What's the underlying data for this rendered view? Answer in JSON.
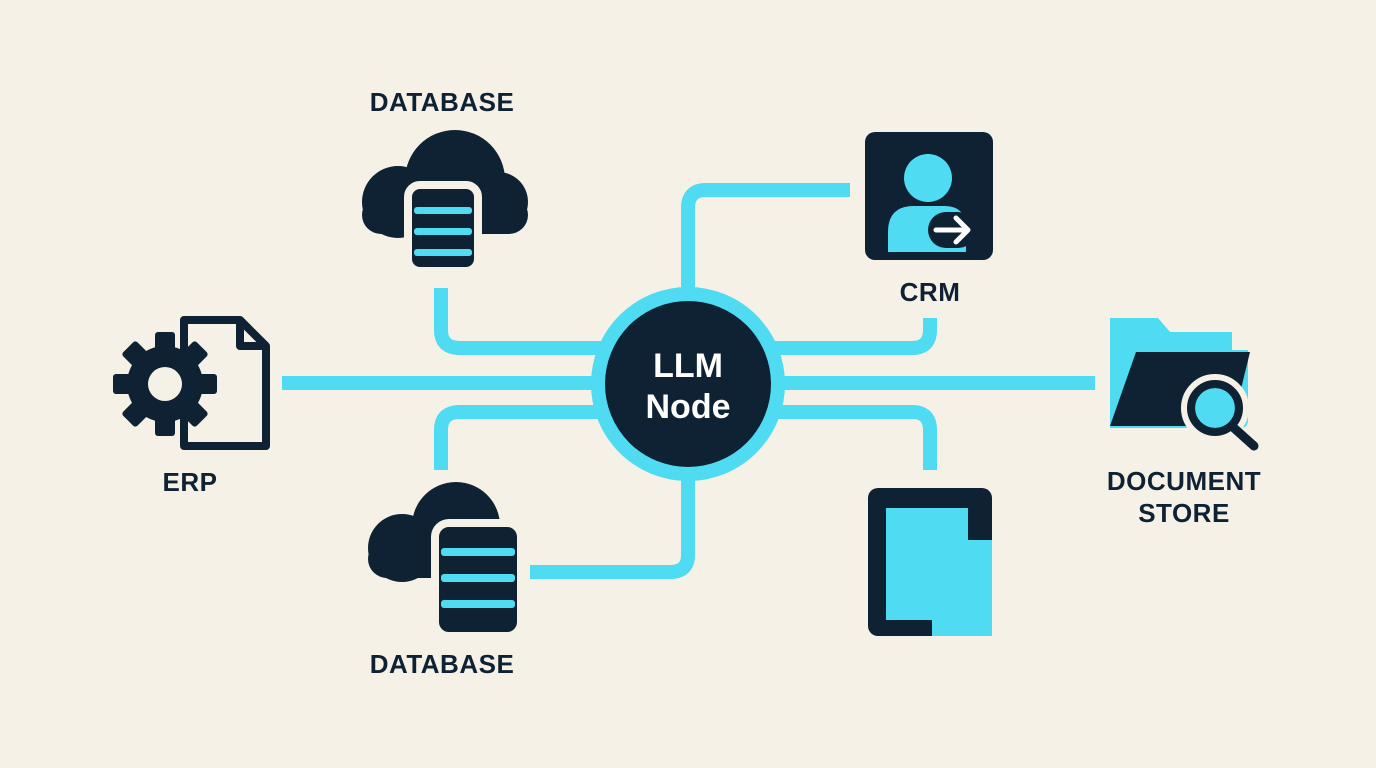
{
  "hub": {
    "line1": "LLM",
    "line2": "Node"
  },
  "nodes": {
    "database_top": {
      "label": "DATABASE",
      "icon": "cloud-database-icon"
    },
    "crm": {
      "label": "CRM",
      "icon": "user-arrow-icon"
    },
    "erp": {
      "label": "ERP",
      "icon": "gear-document-icon"
    },
    "document_store": {
      "line1": "DOCUMENT",
      "line2": "STORE",
      "icon": "folder-search-icon"
    },
    "database_bottom": {
      "label": "DATABASE",
      "icon": "cloud-database-icon"
    },
    "tablet": {
      "icon": "document-tablet-icon"
    }
  },
  "colors": {
    "background": "#f5f1e7",
    "dark": "#0f2233",
    "accent": "#4fdbf2"
  }
}
